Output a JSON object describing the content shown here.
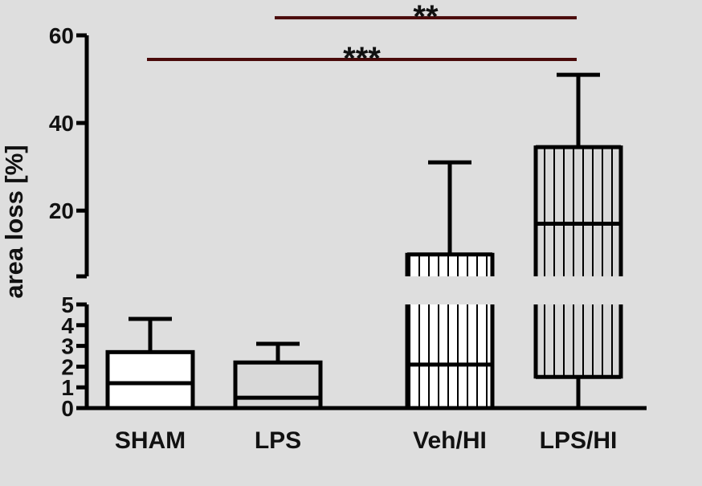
{
  "chart_data": {
    "type": "box",
    "ylabel": "area loss [%]",
    "axis_break": {
      "lower_range": [
        0,
        5
      ],
      "upper_range": [
        5,
        60
      ]
    },
    "y_ticks_lower": [
      "0",
      "1",
      "2",
      "3",
      "4",
      "5"
    ],
    "y_ticks_upper": [
      "20",
      "40",
      "60"
    ],
    "categories": [
      "SHAM",
      "LPS",
      "Veh/HI",
      "LPS/HI"
    ],
    "groups": [
      {
        "name": "SHAM",
        "min": 0,
        "q1": 0,
        "median": 1.2,
        "q3": 2.7,
        "max": 4.3,
        "fill": "#ffffff",
        "pattern": "none"
      },
      {
        "name": "LPS",
        "min": 0,
        "q1": 0,
        "median": 0.5,
        "q3": 2.2,
        "max": 3.1,
        "fill": "#d9d9d9",
        "pattern": "none"
      },
      {
        "name": "Veh/HI",
        "min": 0,
        "q1": 0,
        "median": 2.1,
        "q3": 10,
        "max": 31,
        "fill": "#ffffff",
        "pattern": "vertical-lines"
      },
      {
        "name": "LPS/HI",
        "min": 0,
        "q1": 1.5,
        "median": 17,
        "q3": 34.5,
        "max": 51,
        "fill": "#d9d9d9",
        "pattern": "vertical-lines"
      }
    ],
    "significance": [
      {
        "from": "SHAM",
        "to": "LPS/HI",
        "label": "***",
        "y": 54.5
      },
      {
        "from": "LPS",
        "to": "LPS/HI",
        "label": "**",
        "y": 64
      }
    ],
    "colors": {
      "background": "#dedede",
      "axis": "#000000",
      "significance_bar": "#4a0a0a"
    }
  }
}
